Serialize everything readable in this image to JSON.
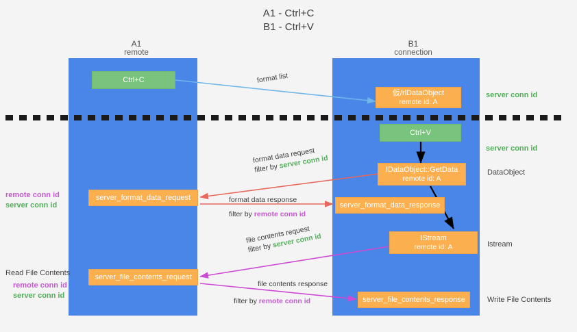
{
  "title": {
    "line1": "A1 - Ctrl+C",
    "line2": "B1 - Ctrl+V"
  },
  "lanes": [
    {
      "name": "A1",
      "sub": "remote"
    },
    {
      "name": "B1",
      "sub": "connection"
    }
  ],
  "boxes": {
    "ctrl_c": "Ctrl+C",
    "ctrl_v": "Ctrl+V",
    "idataobject_title": "仮/rlDataObject",
    "idataobject_sub": "remote id: A",
    "getdata_title": "IDataObject::GetData",
    "getdata_sub": "remote id: A",
    "istream_title": "IStream",
    "istream_sub": "remote id: A",
    "server_format_data_request": "server_format_data_request",
    "server_format_data_response": "server_format_data_response",
    "server_file_contents_request": "server_file_contents_request",
    "server_file_contents_response": "server_file_contents_response"
  },
  "arrow_labels": {
    "format_list": "format list",
    "format_data_request": "format data request",
    "format_data_request_filter_prefix": "filter by ",
    "format_data_request_filter_key": "server conn id",
    "format_data_response": "format data response",
    "format_data_response_filter_prefix": "filter by ",
    "format_data_response_filter_key": "remote conn id",
    "file_contents_request": "file contents request",
    "file_contents_request_filter_prefix": "filter by ",
    "file_contents_request_filter_key": "server conn id",
    "file_contents_response": "file contents response",
    "file_contents_response_filter_prefix": "filter by ",
    "file_contents_response_filter_key": "remote conn id"
  },
  "left_annotations": {
    "group1_remote": "remote conn id",
    "group1_server": "server conn id",
    "read_file_contents": "Read File Contents",
    "group2_remote": "remote conn id",
    "group2_server": "server conn id"
  },
  "right_annotations": {
    "server_conn_id_top": "server conn id",
    "server_conn_id_mid": "server conn id",
    "data_object": "DataObject",
    "istream": "Istream",
    "write_file_contents": "Write File Contents"
  },
  "colors": {
    "lane": "#4a86e8",
    "green_box": "#78c47d",
    "orange_box": "#fcaf4f",
    "green_text": "#53ae5b",
    "magenta_text": "#c45ad0",
    "arrow_blue": "#6fb7e8",
    "arrow_red": "#e8675a",
    "arrow_magenta": "#cc4bd4",
    "arrow_black": "#000000",
    "divider": "#1a1a1a",
    "background": "#f4f4f4"
  }
}
